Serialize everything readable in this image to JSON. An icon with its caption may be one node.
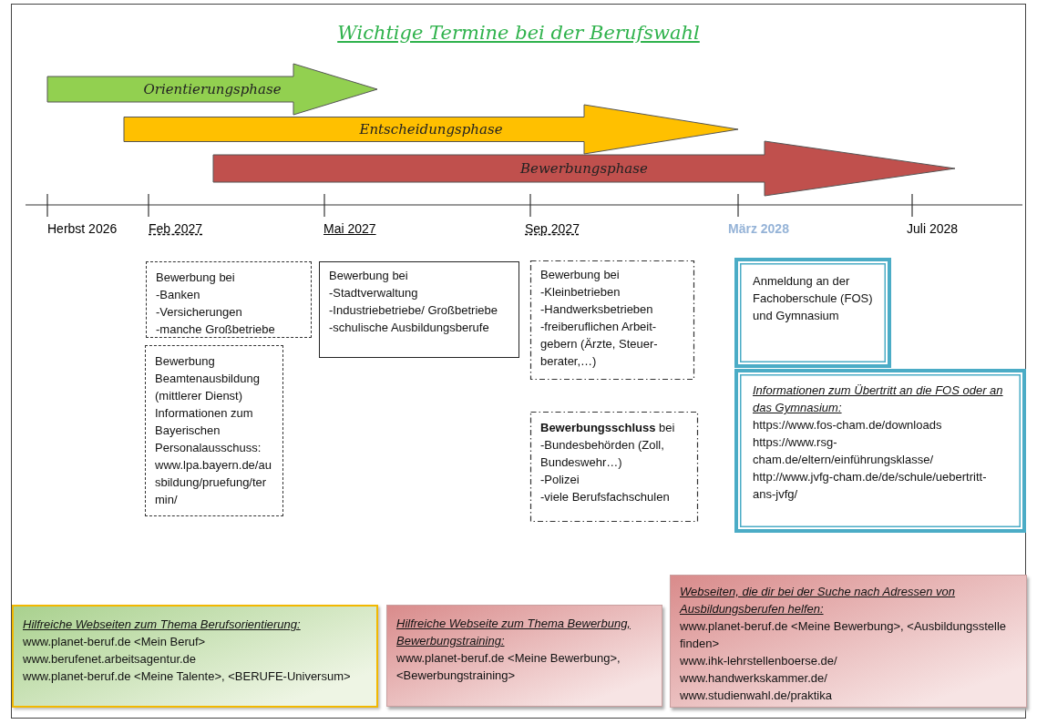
{
  "diagram": {
    "title": "Wichtige Termine bei der Berufswahl",
    "nodes": [
      {
        "text": [
          "Orientierungsphase"
        ]
      },
      {
        "text": [
          "Entscheidungsphase"
        ]
      },
      {
        "text": [
          "Bewerbungsphase"
        ]
      },
      {
        "text": [
          "Bewerbung bei",
          "-Banken",
          "-Versicherungen",
          "-manche Großbetriebe"
        ]
      },
      {
        "text": [
          "Bewerbung Beamtenausbildung (mittlerer Dienst)",
          "Informationen zum Bayerischen Personalausschuss:",
          "www.lpa.bayern.de/ausbildung/pruefung/termin/"
        ]
      },
      {
        "text": [
          "Bewerbung bei",
          "-Stadtverwaltung",
          "-Industriebetriebe/ Großbetriebe",
          "-schulische Ausbildungsberufe"
        ]
      },
      {
        "text": [
          "Bewerbung bei",
          "-Kleinbetrieben",
          "-Handwerksbetrieben",
          "-freiberuflichen Arbeit- gebern (Ärzte, Steuer- berater,…)"
        ]
      },
      {
        "text": [
          "**Bewerbungsschluss** bei",
          "-Bundesbehörden (Zoll, Bundeswehr…)",
          "-Polizei",
          "-viele Berufsfachschulen"
        ]
      },
      {
        "text": [
          "Anmeldung an der Fachoberschule (FOS) und Gymnasium"
        ]
      },
      {
        "text": [
          "Informationen zum Übertritt an die FOS oder an das Gymnasium:",
          "https://www.fos-cham.de/downloads",
          "https://www.rsg-cham.de/eltern/einführungsklasse/",
          "http://www.jvfg-cham.de/de/schule/uebertritt-ans-jvfg/"
        ]
      },
      {
        "text": [
          "Hilfreiche Webseiten zum Thema Berufsorientierung:",
          "www.planet-beruf.de <Mein Beruf>",
          "www.berufenet.arbeitsagentur.de",
          "www.planet-beruf.de <Meine Talente>, <BERUFE-Universum>"
        ]
      },
      {
        "text": [
          "Hilfreiche Webseite zum Thema Bewerbung, Bewerbungstraining:",
          "www.planet-beruf.de <Meine Bewerbung>, <Bewerbungstraining>"
        ]
      },
      {
        "text": [
          "Webseiten, die dir bei der Suche nach Adressen von Ausbildungsberufen helfen:",
          "www.planet-beruf.de <Meine Bewerbung>, <Ausbildungsstelle finden>",
          "www.ihk-lehrstellenboerse.de/",
          "www.handwerkskammer.de/",
          "www.studienwahl.de/praktika"
        ]
      }
    ],
    "labels": [
      "Herbst 2026",
      "Feb 2027",
      "Mai 2027",
      "Sep 2027",
      "März 2028",
      "Juli 2028"
    ]
  }
}
